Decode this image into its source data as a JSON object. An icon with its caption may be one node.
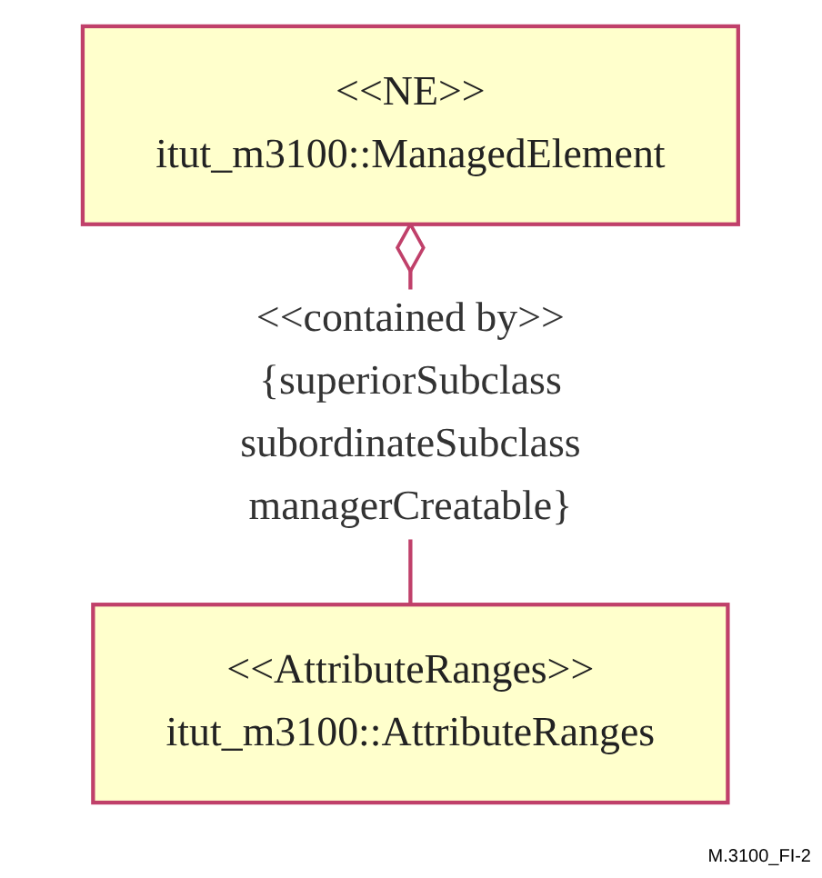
{
  "diagram": {
    "nodes": [
      {
        "text": [
          "<<NE>>",
          "itut_m3100::ManagedElement"
        ]
      },
      {
        "text": [
          "<<AttributeRanges>>",
          "itut_m3100::AttributeRanges"
        ]
      }
    ],
    "edges": [
      {
        "from": 0,
        "to": 1,
        "arrow": "other",
        "label": "<<contained by>> {superiorSubclass subordinateSubclass managerCreatable}"
      }
    ],
    "labels": [
      "M.3100_FI-2"
    ]
  }
}
